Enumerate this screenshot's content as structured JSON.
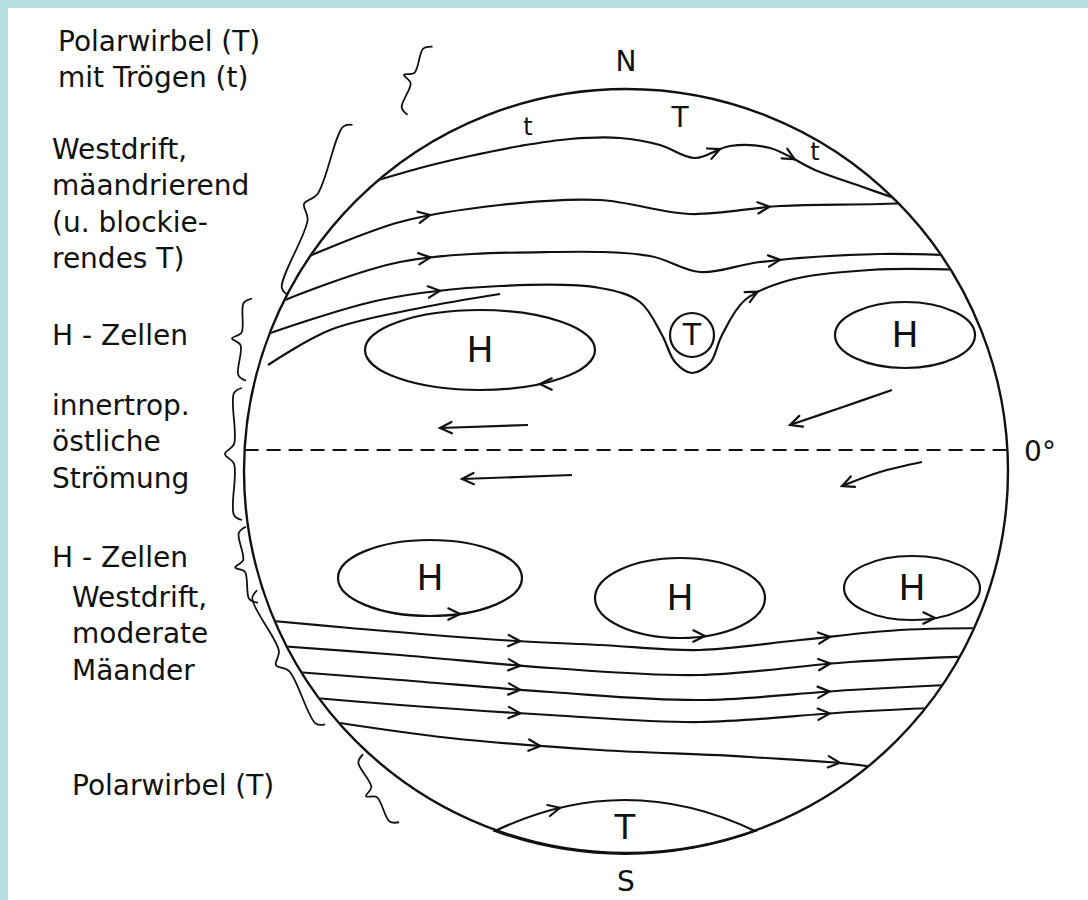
{
  "diagram": {
    "nodes": [
      {
        "text": [
          "H"
        ]
      },
      {
        "text": [
          "T"
        ]
      },
      {
        "text": [
          "H"
        ]
      },
      {
        "text": [
          "H"
        ]
      },
      {
        "text": [
          "H"
        ]
      },
      {
        "text": [
          "H"
        ]
      },
      {
        "text": [
          "T"
        ]
      }
    ],
    "labels": [
      "N",
      "Polarwirbel (T) mit Trögen (t)",
      "t",
      "T",
      "t",
      "Westdrift, mäandrierend (u. blockie-rendes T)",
      "H - Zellen",
      "innertrop. östliche Strömung",
      "0°",
      "H - Zellen",
      "Westdrift, moderate Mäander",
      "Polarwirbel (T)",
      "S"
    ]
  }
}
